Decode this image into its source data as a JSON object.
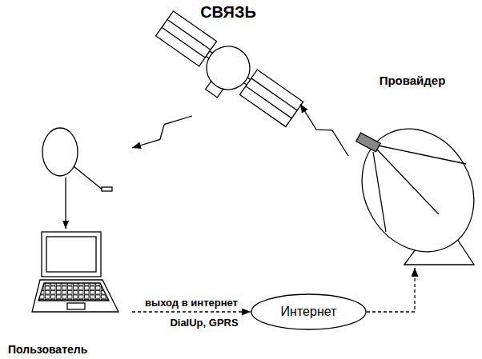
{
  "diagram": {
    "nodes": [
      {
        "text": [
          "СВЯЗЬ"
        ]
      },
      {
        "text": [
          "Провайдер"
        ]
      },
      {
        "text": [
          "Пользователь"
        ]
      },
      {
        "text": [
          "Интернет"
        ]
      }
    ],
    "edges": [
      {
        "from": 2,
        "to": 3,
        "arrow": "to",
        "label": "выход в интернет"
      },
      {
        "from": 3,
        "to": 1,
        "arrow": "to"
      },
      {
        "from": 1,
        "to": 0,
        "arrow": "to"
      },
      {
        "from": 0,
        "to": 2,
        "arrow": "to"
      }
    ],
    "labels": [
      "DialUp, GPRS"
    ]
  }
}
